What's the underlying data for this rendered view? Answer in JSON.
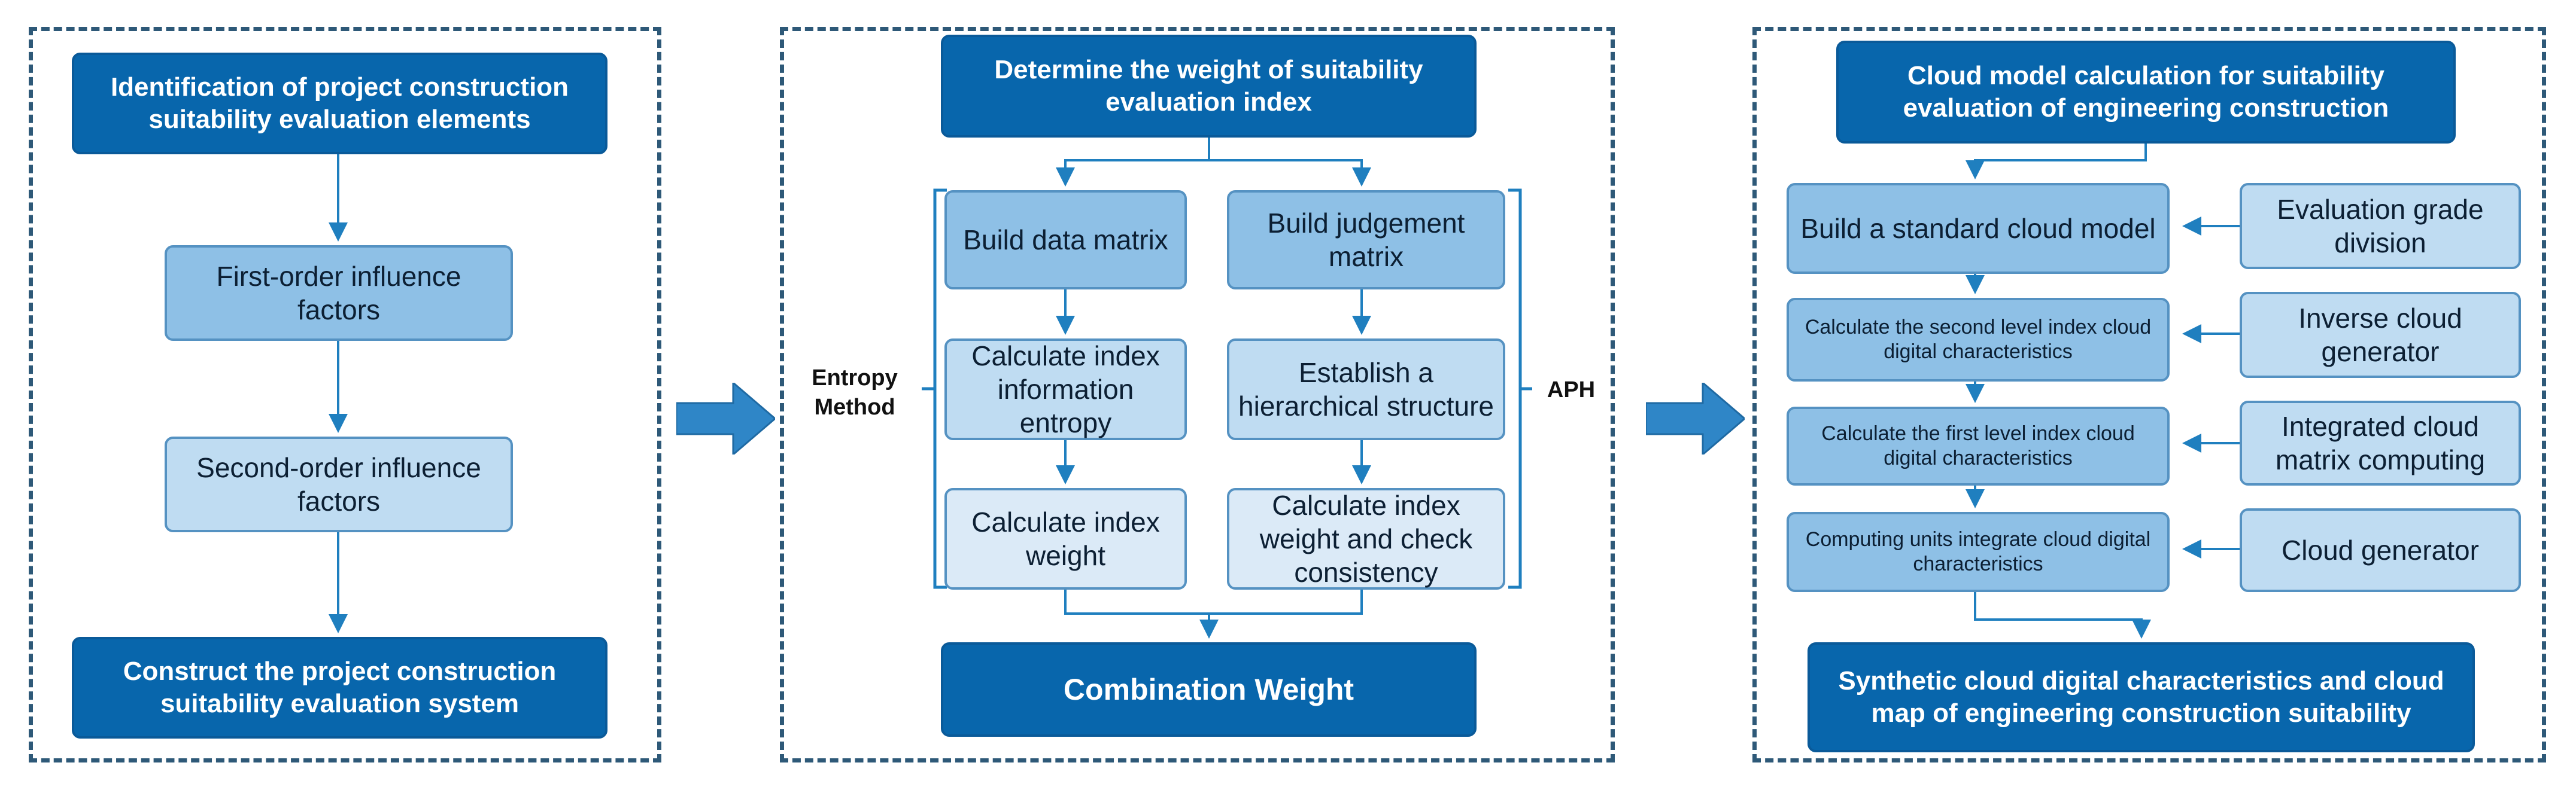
{
  "panel1": {
    "top": "Identification of project construction suitability evaluation elements",
    "first": "First-order influence factors",
    "second": "Second-order influence factors",
    "bottom": "Construct the project construction suitability evaluation system"
  },
  "panel2": {
    "top": "Determine the weight of suitability evaluation index",
    "left_label": "Entropy Method",
    "right_label": "APH",
    "data_matrix": "Build data matrix",
    "entropy": "Calculate index information entropy",
    "index_weight": "Calculate index weight",
    "judgement": "Build judgement matrix",
    "hierarchy": "Establish a hierarchical structure",
    "consistency": "Calculate index weight and check consistency",
    "combination": "Combination Weight"
  },
  "panel3": {
    "top": "Cloud model calculation for suitability evaluation of engineering construction",
    "standard_cloud": "Build a standard cloud model",
    "second_level": "Calculate the second level index cloud digital characteristics",
    "first_level": "Calculate the first level index cloud digital characteristics",
    "computing_units": "Computing units integrate cloud digital characteristics",
    "grade": "Evaluation grade division",
    "inverse": "Inverse cloud generator",
    "integrated": "Integrated cloud matrix computing",
    "generator": "Cloud generator",
    "result": "Synthetic cloud digital characteristics and cloud map of engineering construction suitability"
  },
  "colors": {
    "dark_box": "#0866ac",
    "mid_box": "#8ec0e6",
    "light_box": "#bfdcf2",
    "pale_box": "#dbeaf7",
    "arrow": "#1f7fbf",
    "panel_border": "#2e5978"
  }
}
